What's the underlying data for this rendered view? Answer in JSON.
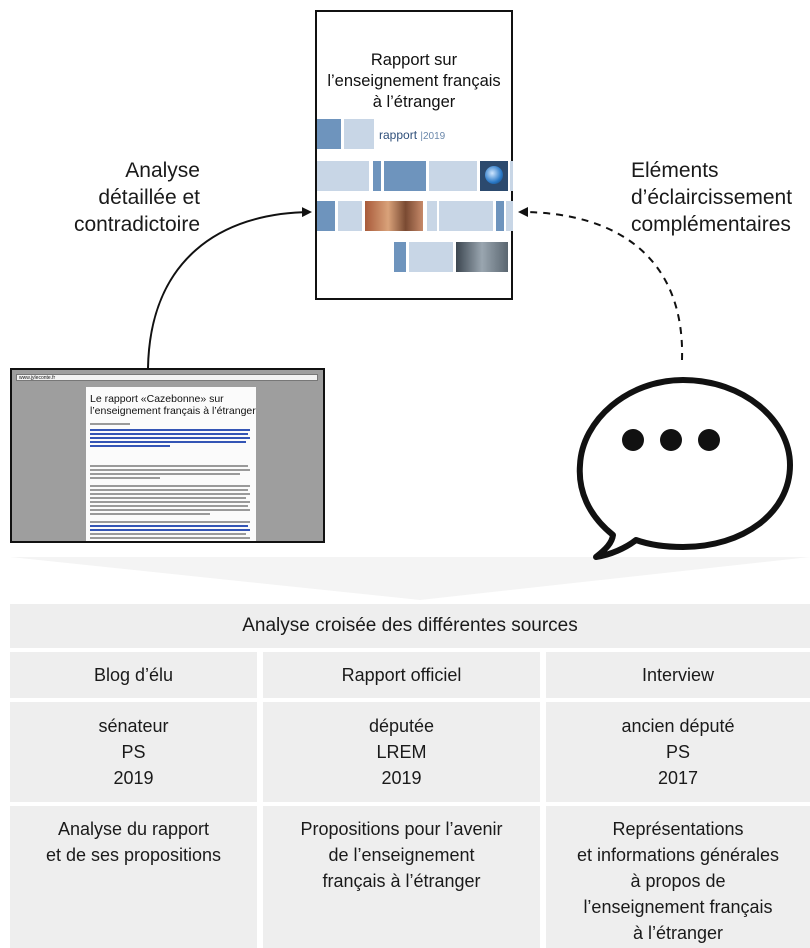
{
  "report": {
    "title_lines": [
      "Rapport sur",
      "l’enseignement français",
      "à l’étranger"
    ],
    "brand_word": "rapport",
    "brand_year": "|2019"
  },
  "blog": {
    "url": "www.jyleconte.fr",
    "title_lines": [
      "Le rapport «Cazebonne» sur",
      "l’enseignement français à l’étranger"
    ]
  },
  "labels": {
    "left_lines": [
      "Analyse",
      "détaillée et",
      "contradictoire"
    ],
    "right_lines": [
      "Eléments",
      "d’éclaircissement",
      "complémentaires"
    ]
  },
  "table": {
    "header": "Analyse croisée des différentes sources",
    "columns": [
      {
        "name": "Blog d’élu",
        "author": [
          "sénateur",
          "PS",
          "2019"
        ],
        "content": [
          "Analyse du rapport",
          "et de ses propositions"
        ]
      },
      {
        "name": "Rapport officiel",
        "author": [
          "députée",
          "LREM",
          "2019"
        ],
        "content": [
          "Propositions pour l’avenir",
          "de l’enseignement",
          "français à l’étranger"
        ]
      },
      {
        "name": "Interview",
        "author": [
          "ancien député",
          "PS",
          "2017"
        ],
        "content": [
          "Représentations",
          "et informations générales",
          "à propos de",
          "l’enseignement français",
          "à l’étranger"
        ]
      }
    ]
  },
  "colors": {
    "cell_bg": "#eeeeee",
    "cover_dark_blue": "#6e94bd",
    "cover_light_blue": "#c8d6e6",
    "blog_link_blue": "#3455b5"
  }
}
